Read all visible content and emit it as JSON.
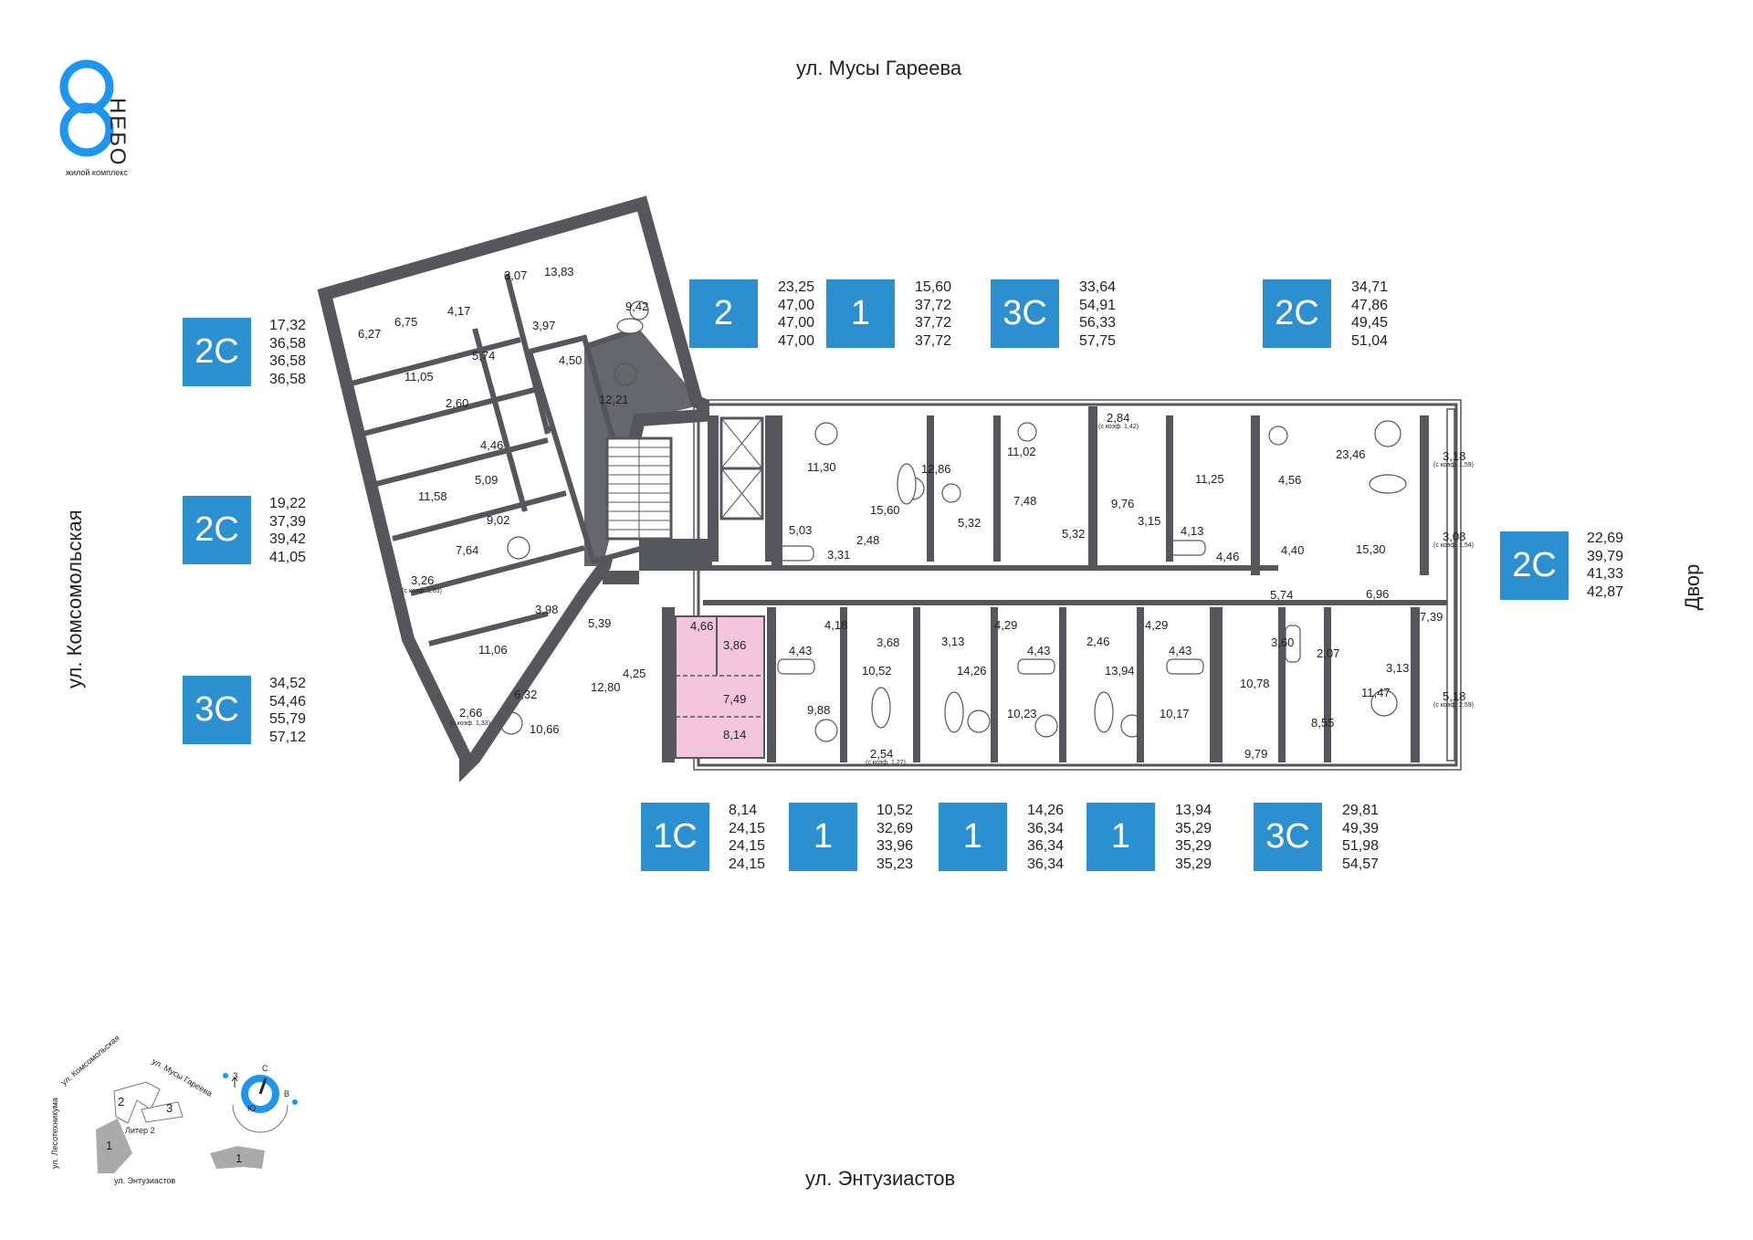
{
  "logo": {
    "word": "НЕБО",
    "subtitle": "жилой комплекс"
  },
  "streets": {
    "top": "ул. Мусы Гареева",
    "bottom": "ул. Энтузиастов",
    "left": "ул. Комсомольская",
    "right": "Двор"
  },
  "colors": {
    "badge": "#2b8fd0",
    "walls": "#55575c",
    "highlight": "#f4c6dd",
    "logo": "#1e96f0"
  },
  "apartments_top": [
    {
      "type": "2",
      "areas": [
        "23,25",
        "47,00",
        "47,00",
        "47,00"
      ]
    },
    {
      "type": "1",
      "areas": [
        "15,60",
        "37,72",
        "37,72",
        "37,72"
      ]
    },
    {
      "type": "3С",
      "areas": [
        "33,64",
        "54,91",
        "56,33",
        "57,75"
      ]
    },
    {
      "type": "2С",
      "areas": [
        "34,71",
        "47,86",
        "49,45",
        "51,04"
      ]
    }
  ],
  "apartments_left": [
    {
      "type": "2С",
      "areas": [
        "17,32",
        "36,58",
        "36,58",
        "36,58"
      ]
    },
    {
      "type": "2С",
      "areas": [
        "19,22",
        "37,39",
        "39,42",
        "41,05"
      ]
    },
    {
      "type": "3С",
      "areas": [
        "34,52",
        "54,46",
        "55,79",
        "57,12"
      ]
    }
  ],
  "apartments_right": [
    {
      "type": "2С",
      "areas": [
        "22,69",
        "39,79",
        "41,33",
        "42,87"
      ]
    }
  ],
  "apartments_bottom": [
    {
      "type": "1С",
      "areas": [
        "8,14",
        "24,15",
        "24,15",
        "24,15"
      ]
    },
    {
      "type": "1",
      "areas": [
        "10,52",
        "32,69",
        "33,96",
        "35,23"
      ]
    },
    {
      "type": "1",
      "areas": [
        "14,26",
        "36,34",
        "36,34",
        "36,34"
      ]
    },
    {
      "type": "1",
      "areas": [
        "13,94",
        "35,29",
        "35,29",
        "35,29"
      ]
    },
    {
      "type": "3С",
      "areas": [
        "29,81",
        "49,39",
        "51,98",
        "54,57"
      ]
    }
  ],
  "room_labels": {
    "wing": [
      "3,07",
      "13,83",
      "6,75",
      "4,17",
      "6,27",
      "9,42",
      "3,97",
      "5,74",
      "4,50",
      "11,05",
      "2,60",
      "12,21",
      "4,46",
      "11,58",
      "5,09",
      "9,02",
      "7,64",
      "3,98",
      "11,06",
      "6,32",
      "10,66",
      "5,39",
      "12,80",
      "4,25"
    ],
    "wing_small": [
      "3,26",
      "2,66"
    ],
    "wing_notes": [
      "(с коэф. 1,63)",
      "(с коэф. 1,33)"
    ],
    "north": [
      "11,30",
      "15,60",
      "5,03",
      "2,48",
      "3,31",
      "12,86",
      "5,32",
      "11,02",
      "7,48",
      "5,32",
      "2,84",
      "9,76",
      "3,15",
      "11,25",
      "4,13",
      "4,46",
      "4,56",
      "23,46",
      "3,18",
      "4,40",
      "15,30",
      "3,08"
    ],
    "north_notes": [
      "(с коэф. 1,42)",
      "(с коэф. 1,59)",
      "(с коэф. 1,54)"
    ],
    "south": [
      "4,66",
      "3,86",
      "7,49",
      "8,14",
      "4,18",
      "4,43",
      "3,68",
      "9,88",
      "10,52",
      "2,54",
      "3,13",
      "14,26",
      "4,29",
      "4,43",
      "10,23",
      "2,46",
      "13,94",
      "4,29",
      "4,43",
      "10,17",
      "5,74",
      "6,96",
      "7,39",
      "3,60",
      "2,07",
      "10,78",
      "3,13",
      "11,47",
      "8,55",
      "9,79",
      "5,18"
    ],
    "south_notes": [
      "(с коэф. 1,27)",
      "(с коэф. 2,59)"
    ]
  },
  "compass": {
    "n": "С",
    "s": "Ю",
    "w": "З",
    "e": "В"
  },
  "minimap": {
    "streets": [
      "ул. Комсомольская",
      "ул. Мусы Гареева",
      "ул. Лесотехникума",
      "ул. Энтузиастов"
    ],
    "buildings": [
      "1",
      "2",
      "3"
    ],
    "litera": "Литер 2",
    "legend_number": "1"
  }
}
